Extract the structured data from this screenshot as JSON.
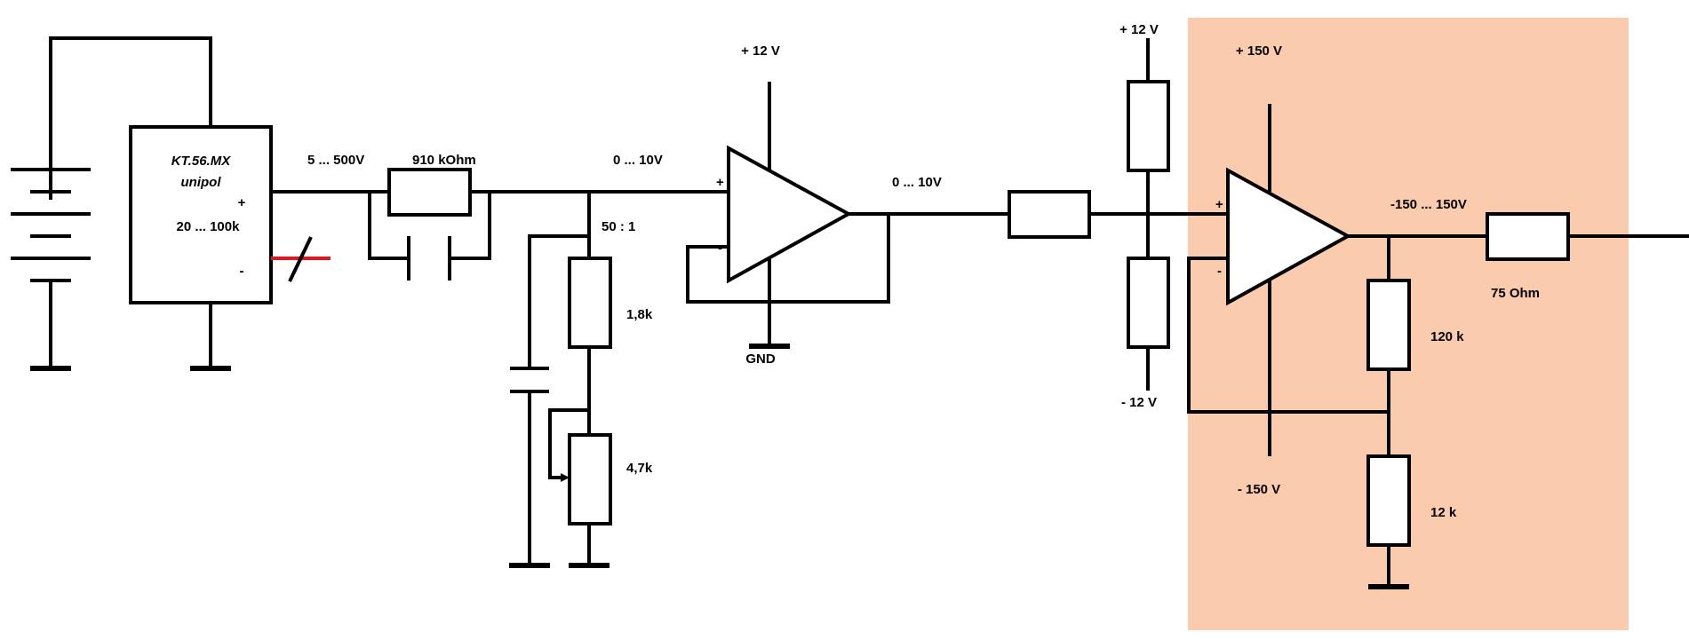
{
  "colors": {
    "highlight": "#FBCBAE",
    "wire": "#000000",
    "break_mark": "#E8141B"
  },
  "source": {
    "model": "KT.56.MX",
    "type": "unipol",
    "range": "20 ...  100k",
    "plus": "+",
    "minus": "-"
  },
  "labels": {
    "hv_in": "5 ... 500V",
    "r_series": "910 kOhm",
    "div_out": "0 ... 10V",
    "ratio": "50 : 1",
    "r_div_top": "1,8k",
    "pot": "4,7k",
    "buf_supply": "+ 12 V",
    "buf_gnd": "GND",
    "buf_out": "0 ... 10V",
    "offset_plus": "+ 12 V",
    "offset_minus": "- 12 V",
    "hv_plus": "+ 150 V",
    "hv_minus": "- 150 V",
    "hv_out": "-150 ... 150V",
    "r_out": "75 Ohm",
    "r_fb_top": "120 k",
    "r_fb_bot": "12 k",
    "opamp_plus": "+",
    "opamp_minus": "-"
  }
}
